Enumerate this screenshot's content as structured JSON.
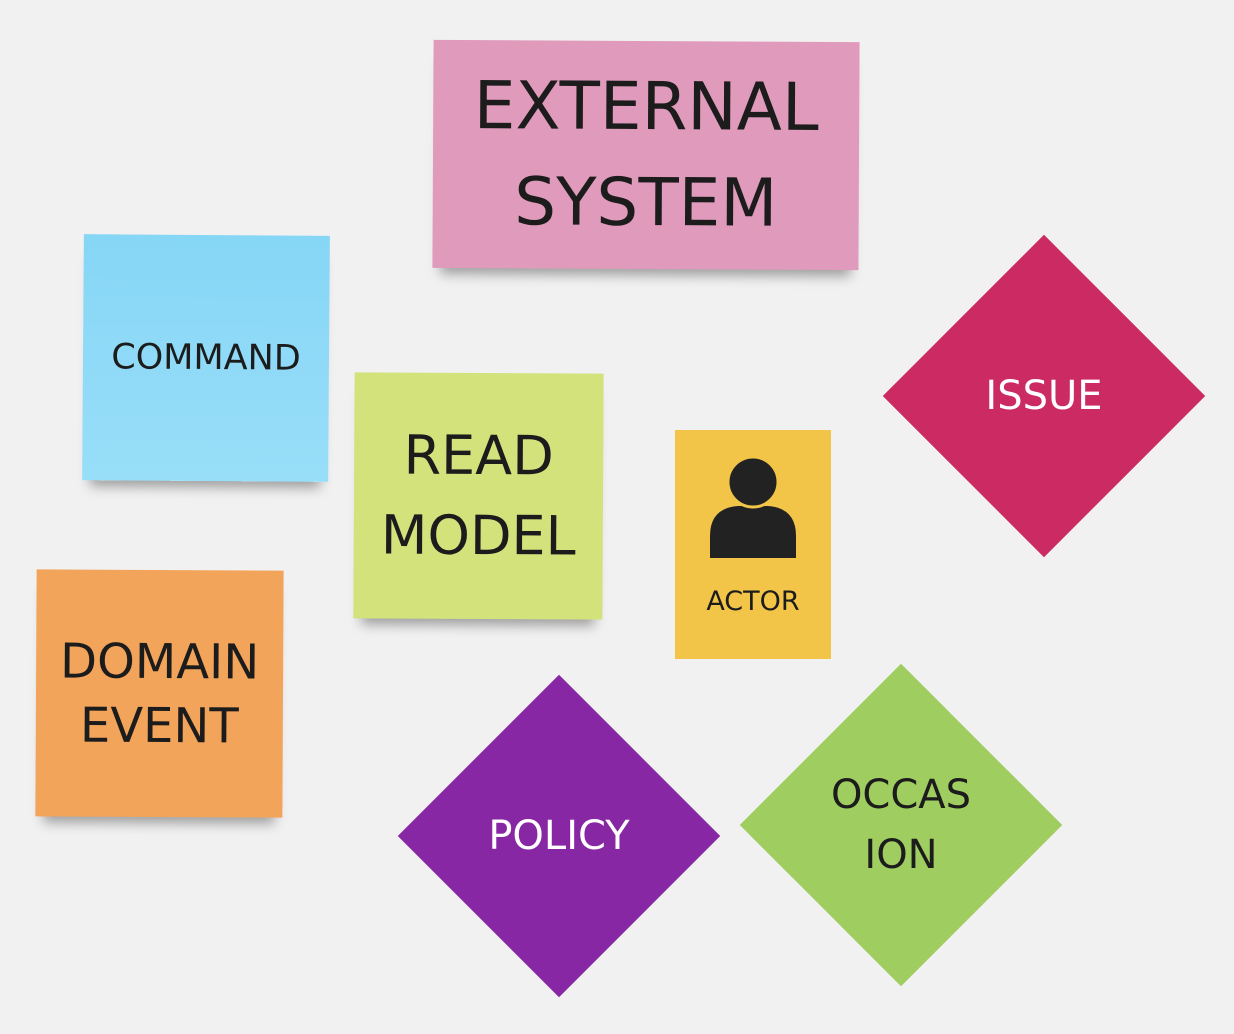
{
  "notes": {
    "external_system": {
      "lines": [
        "EXTERNAL",
        "SYSTEM"
      ],
      "color": "#e09abb"
    },
    "command": {
      "label": "COMMAND",
      "color": "#86d6f6"
    },
    "read_model": {
      "lines": [
        "READ",
        "MODEL"
      ],
      "color": "#d3e27a"
    },
    "domain_event": {
      "lines": [
        "DOMAIN",
        "EVENT"
      ],
      "color": "#f2a45b"
    },
    "actor": {
      "label": "ACTOR",
      "icon": "person-icon",
      "color": "#f2c448"
    }
  },
  "diamonds": {
    "issue": {
      "label": "ISSUE",
      "color": "#cb2b62"
    },
    "policy": {
      "label": "POLICY",
      "color": "#8727a4"
    },
    "occasion": {
      "lines": [
        "OCCAS",
        "ION"
      ],
      "color": "#a0cd5f"
    }
  }
}
